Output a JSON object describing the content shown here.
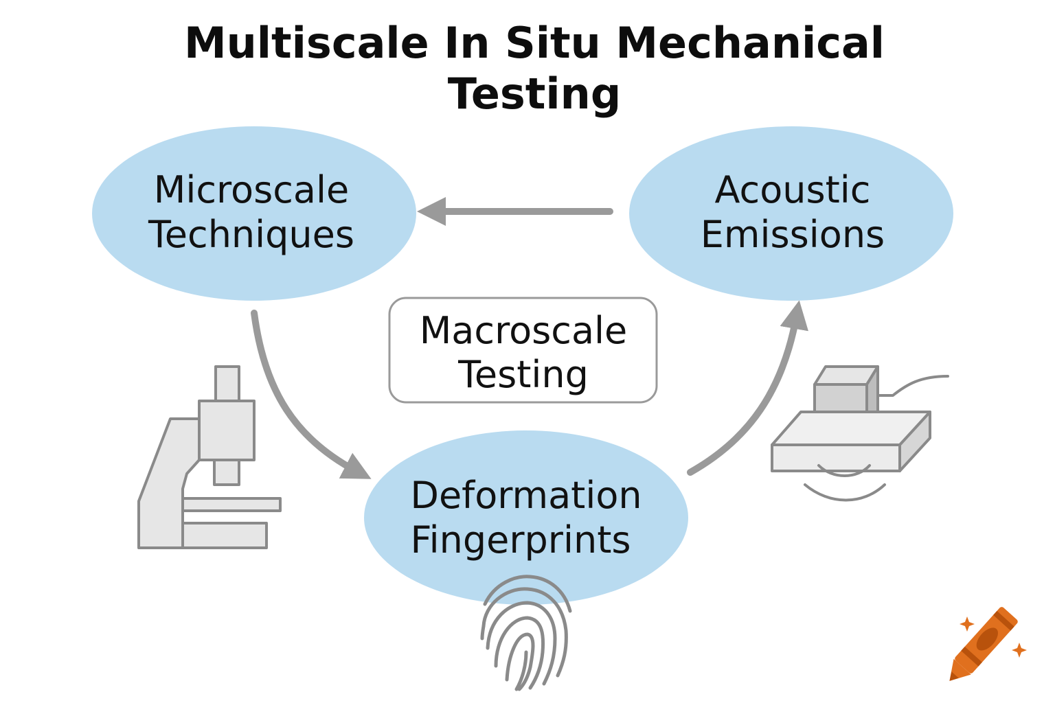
{
  "title": {
    "line1": "Multiscale In Situ Mechanical",
    "line2": "Testing"
  },
  "nodes": {
    "microscale": {
      "line1": "Microscale",
      "line2": "Techniques"
    },
    "acoustic": {
      "line1": "Acoustic",
      "line2": "Emissions"
    },
    "deformation": {
      "line1": "Deformation",
      "line2": "Fingerprints"
    }
  },
  "center_box": {
    "line1": "Macroscale",
    "line2": "Testing"
  },
  "colors": {
    "ellipse_fill": "#b9dbf0",
    "arrow": "#9a9a9a",
    "icon_stroke": "#8a8a8a",
    "icon_fill": "#e6e6e6",
    "box_stroke": "#9a9a9a",
    "crayon": "#e0701e",
    "crayon_dark": "#b8520c"
  },
  "icons": [
    "microscope-icon",
    "acoustic-sensor-icon",
    "fingerprint-icon",
    "crayon-logo"
  ]
}
